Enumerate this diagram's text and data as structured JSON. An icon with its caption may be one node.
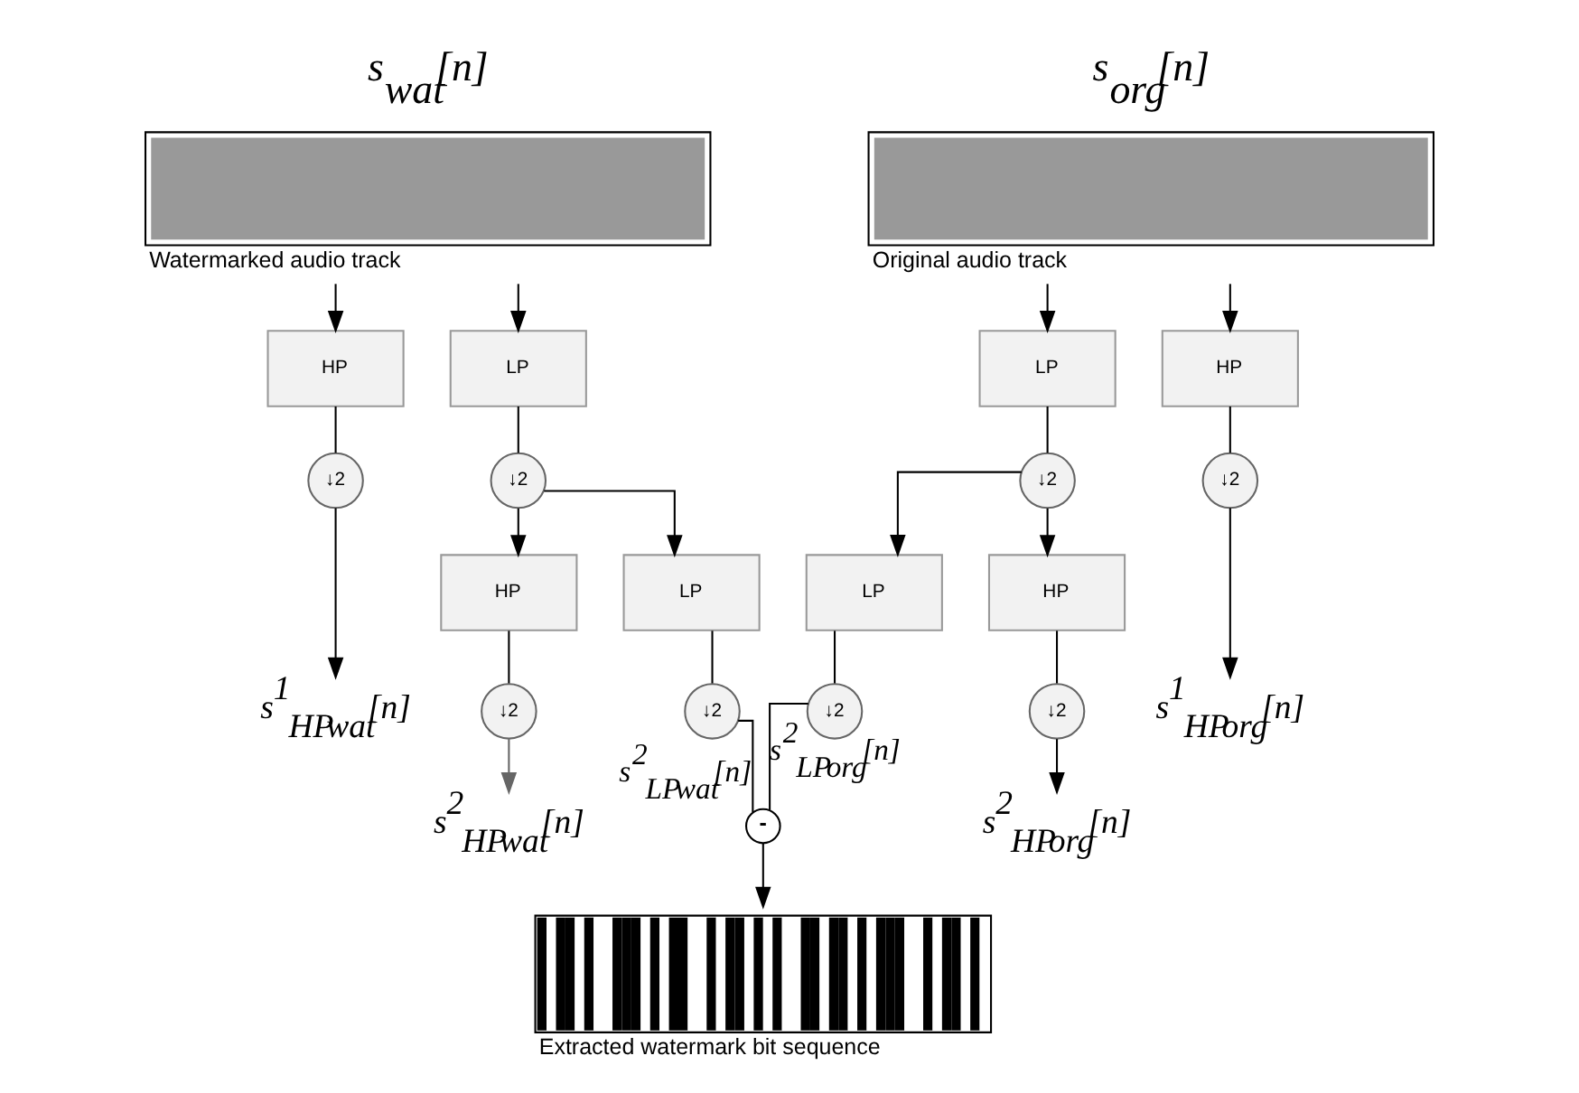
{
  "diagram": {
    "nodes": [
      {
        "text": [
          "s$_{wat}$[n]",
          "Watermarked audio track"
        ]
      },
      {
        "text": [
          "s$_{org}$[n]",
          "Original audio track"
        ]
      },
      {
        "text": [
          "HP"
        ]
      },
      {
        "text": [
          "LP"
        ]
      },
      {
        "text": [
          "↓2"
        ]
      },
      {
        "text": [
          "↓2"
        ]
      },
      {
        "text": [
          "HP"
        ]
      },
      {
        "text": [
          "LP"
        ]
      },
      {
        "text": [
          "↓2"
        ]
      },
      {
        "text": [
          "↓2"
        ]
      },
      {
        "text": [
          "LP"
        ]
      },
      {
        "text": [
          "HP"
        ]
      },
      {
        "text": [
          "↓2"
        ]
      },
      {
        "text": [
          "↓2"
        ]
      },
      {
        "text": [
          "LP"
        ]
      },
      {
        "text": [
          "HP"
        ]
      },
      {
        "text": [
          "↓2"
        ]
      },
      {
        "text": [
          "↓2"
        ]
      },
      {
        "text": [
          "-"
        ]
      },
      {
        "text": [
          "Extracted watermark bit sequence"
        ]
      },
      {
        "text": [
          "s$^{1}$$_{HP}$$_{wat}$[n]"
        ]
      },
      {
        "text": [
          "s$^{2}$$_{HP}$$_{wat}$[n]"
        ]
      },
      {
        "text": [
          "s$^{1}$$_{HP}$$_{org}$[n]"
        ]
      },
      {
        "text": [
          "s$^{2}$$_{HP}$$_{org}$[n]"
        ]
      }
    ],
    "edges": [
      {
        "from": 0,
        "to": 2,
        "arrow": "to"
      },
      {
        "from": 0,
        "to": 3,
        "arrow": "to"
      },
      {
        "from": 2,
        "to": 4,
        "arrow": "none"
      },
      {
        "from": 4,
        "to": 20,
        "arrow": "to"
      },
      {
        "from": 3,
        "to": 5,
        "arrow": "none"
      },
      {
        "from": 5,
        "to": 6,
        "arrow": "to"
      },
      {
        "from": 5,
        "to": 7,
        "arrow": "to"
      },
      {
        "from": 6,
        "to": 8,
        "arrow": "none"
      },
      {
        "from": 8,
        "to": 21,
        "arrow": "to",
        "color": "#666666"
      },
      {
        "from": 7,
        "to": 9,
        "arrow": "none"
      },
      {
        "from": 9,
        "to": 18,
        "arrow": "none",
        "label": "s$^{2}$$_{LP}$$_{wat}$[n]"
      },
      {
        "from": 1,
        "to": 10,
        "arrow": "to"
      },
      {
        "from": 1,
        "to": 11,
        "arrow": "to"
      },
      {
        "from": 11,
        "to": 13,
        "arrow": "none"
      },
      {
        "from": 13,
        "to": 22,
        "arrow": "to"
      },
      {
        "from": 10,
        "to": 12,
        "arrow": "none"
      },
      {
        "from": 12,
        "to": 14,
        "arrow": "to"
      },
      {
        "from": 12,
        "to": 15,
        "arrow": "to"
      },
      {
        "from": 15,
        "to": 17,
        "arrow": "none"
      },
      {
        "from": 17,
        "to": 23,
        "arrow": "to"
      },
      {
        "from": 14,
        "to": 16,
        "arrow": "none"
      },
      {
        "from": 16,
        "to": 18,
        "arrow": "none",
        "label": "s$^{2}$$_{LP}$$_{org}$[n]"
      },
      {
        "from": 18,
        "to": 19,
        "arrow": "to"
      }
    ]
  }
}
